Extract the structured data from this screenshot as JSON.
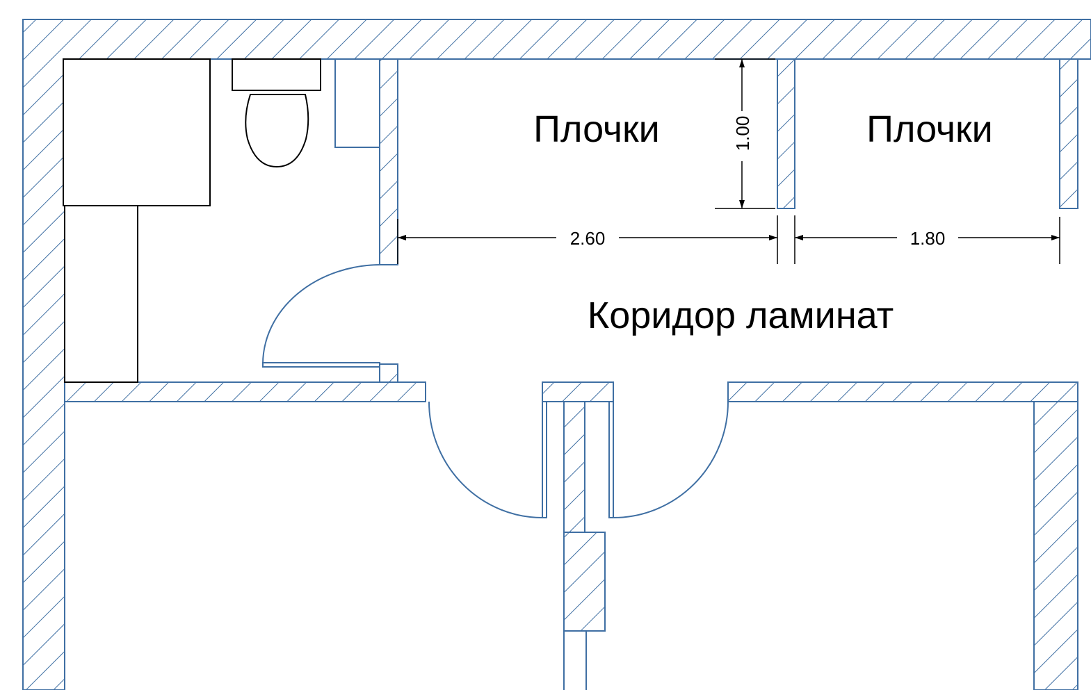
{
  "colors": {
    "wall": "#3f6fa3",
    "furniture": "#000000"
  },
  "rooms": {
    "tile_room_1": "Плочки",
    "tile_room_2": "Плочки",
    "corridor": "Коридор ламинат"
  },
  "dimensions": {
    "height_tile_room": "1.00",
    "width_tile_room_1": "2.60",
    "width_tile_room_2": "1.80"
  }
}
